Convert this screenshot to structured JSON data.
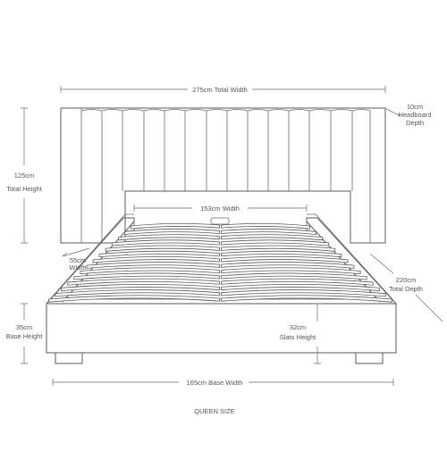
{
  "labels": {
    "total_width": "275cm Total Width",
    "headboard_depth_1": "10cm",
    "headboard_depth_2": "Headboard",
    "headboard_depth_3": "Depth",
    "total_height_1": "125cm",
    "total_height_2": "Total Height",
    "inner_width": "153cm Width",
    "side_width_1": "55cm",
    "side_width_2": "Width",
    "total_depth_1": "220cm",
    "total_depth_2": "Total Depth",
    "base_height_1": "35cm",
    "base_height_2": "Base Height",
    "slats_height_1": "32cm",
    "slats_height_2": "Slats Height",
    "base_width": "165cm Base Width",
    "caption": "QUEEN SIZE"
  },
  "colors": {
    "line": "#5a5a5a",
    "text": "#555555",
    "background": "#ffffff"
  }
}
